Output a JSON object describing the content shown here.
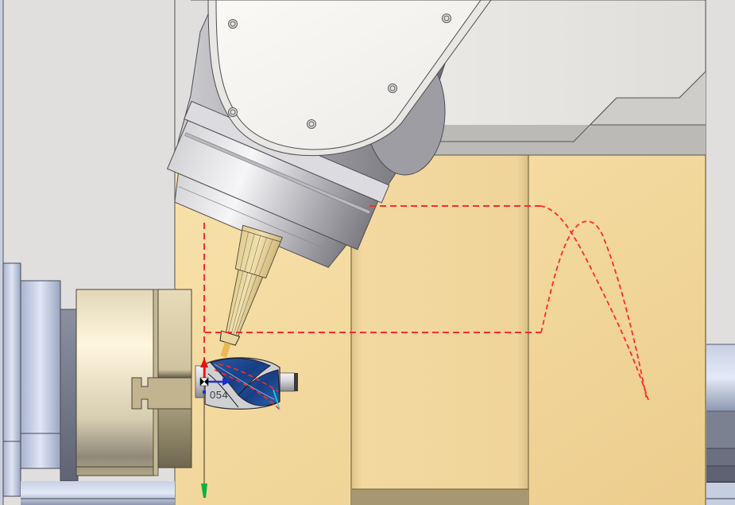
{
  "viewport": {
    "type": "3d-cad-cam-graphics-area",
    "background": "#e0dfdd"
  },
  "scene": {
    "enclosure_color": "#f5dca0",
    "enclosure_edge": "#7a6a40",
    "robot_arm_color": "#f3f1ee",
    "spindle_housing_color": "#c9c8cc",
    "tool_holder_color": "#e8d49a",
    "chuck_color": "#e6dcc0",
    "spindle_base_color": "#b8c4dc",
    "workpiece_flute_color": "#1f4e93",
    "workpiece_body_color": "#c8c8cc",
    "toolpath_color": "#ff2a2a"
  },
  "triad": {
    "x_axis_color": "#1a2fd6",
    "y_axis_color": "#ee1111",
    "z_axis_color": "#10b040",
    "label": "054"
  },
  "toolpaths": {
    "style": "dashed",
    "segments": [
      "approach-horizontal-upper",
      "approach-horizontal-lower",
      "vertical-plunge",
      "retract-arc-1",
      "retract-arc-2"
    ]
  }
}
